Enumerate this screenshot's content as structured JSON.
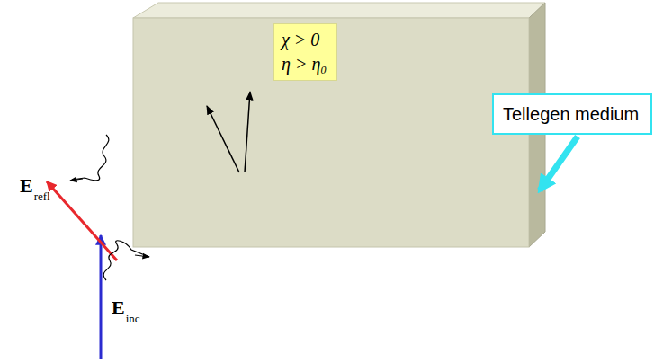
{
  "diagram": {
    "nodes": [
      {
        "text": [
          "χ > 0",
          "η > η₀"
        ]
      },
      {
        "text": [
          "Tellegen medium"
        ]
      }
    ],
    "labels": [
      "E",
      "refl",
      "E",
      "inc"
    ]
  }
}
